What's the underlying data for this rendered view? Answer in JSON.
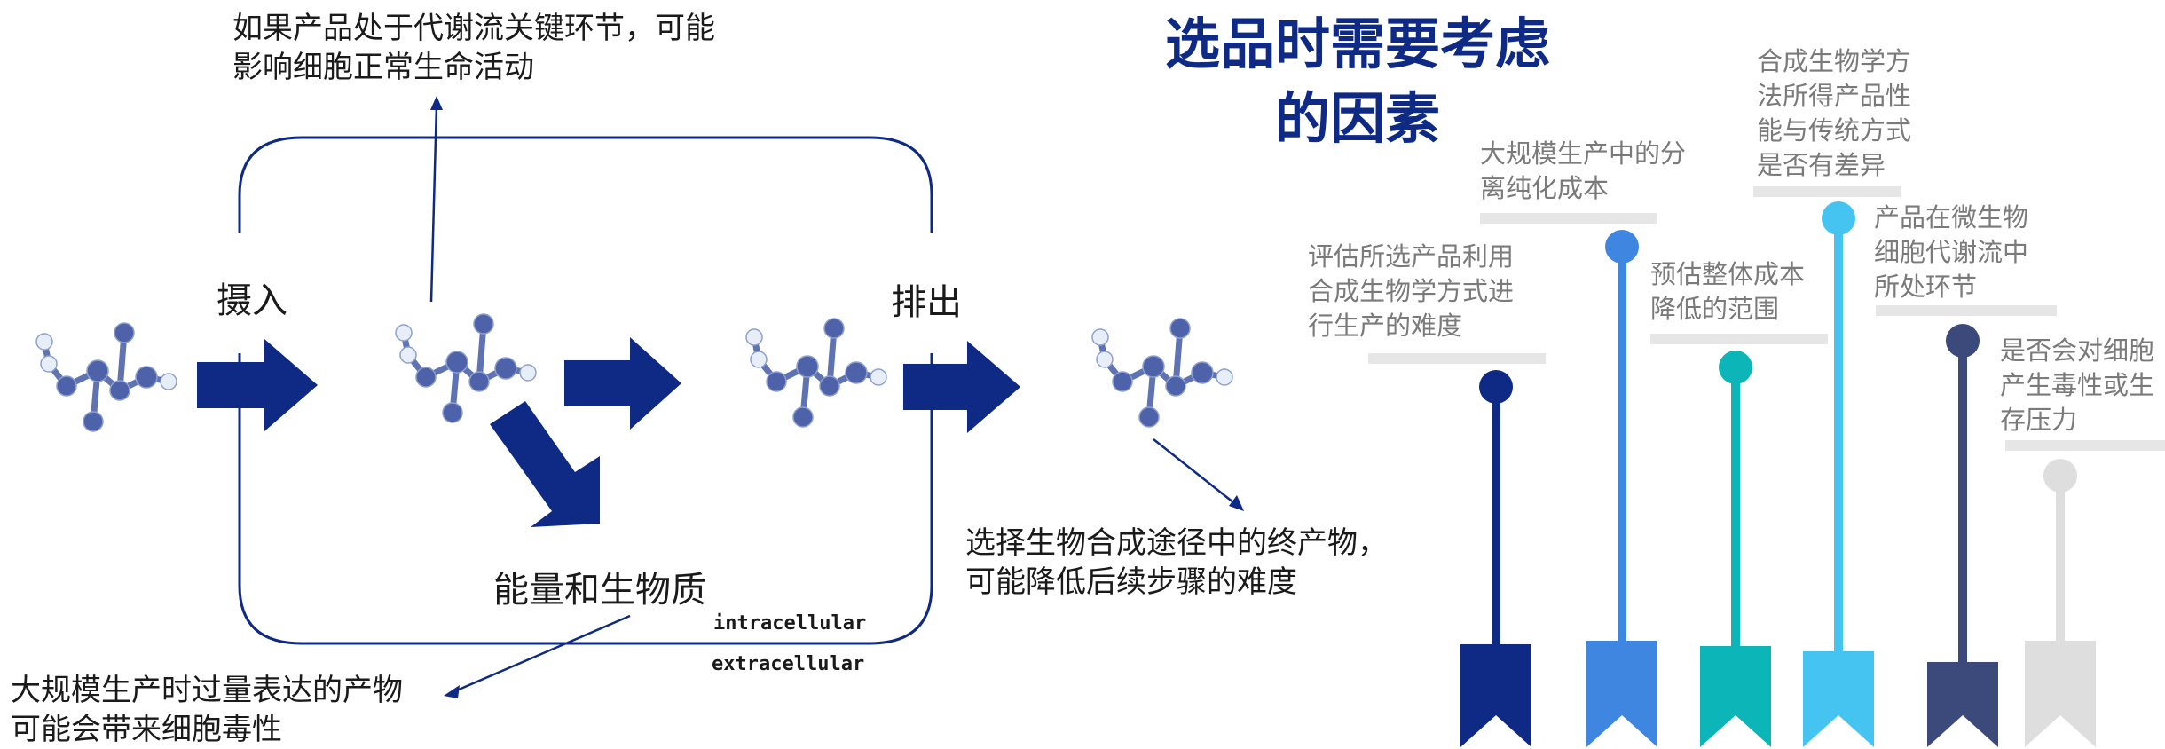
{
  "diagram": {
    "notes": {
      "top": "如果产品处于代谢流关键环节，可能\n影响细胞正常生命活动",
      "bottom_left": "大规模生产时过量表达的产物\n可能会带来细胞毒性",
      "right": "选择生物合成途径中的终产物，\n可能降低后续步骤的难度"
    },
    "labels": {
      "intake": "摄入",
      "excrete": "排出",
      "energy": "能量和生物质",
      "intracellular": "intracellular",
      "extracellular": "extracellular"
    },
    "colors": {
      "arrow": "#0e2a84",
      "cell_border": "#0e2a84",
      "molecule": "#4d62a8"
    }
  },
  "factors": {
    "title": "选品时需要考虑\n的因素",
    "items": [
      {
        "text": "评估所选产品利用\n合成生物学方式进\n行生产的难度",
        "color": "#0e2a84"
      },
      {
        "text": "大规模生产中的分\n离纯化成本",
        "color": "#3f86e0"
      },
      {
        "text": "预估整体成本\n降低的范围",
        "color": "#0bb5b8"
      },
      {
        "text": "合成生物学方\n法所得产品性\n能与传统方式\n是否有差异",
        "color": "#45c4f2"
      },
      {
        "text": "产品在微生物\n细胞代谢流中\n所处环节",
        "color": "#3b4a7a"
      },
      {
        "text": "是否会对细胞\n产生毒性或生\n存压力",
        "color": "#dedede"
      }
    ]
  }
}
